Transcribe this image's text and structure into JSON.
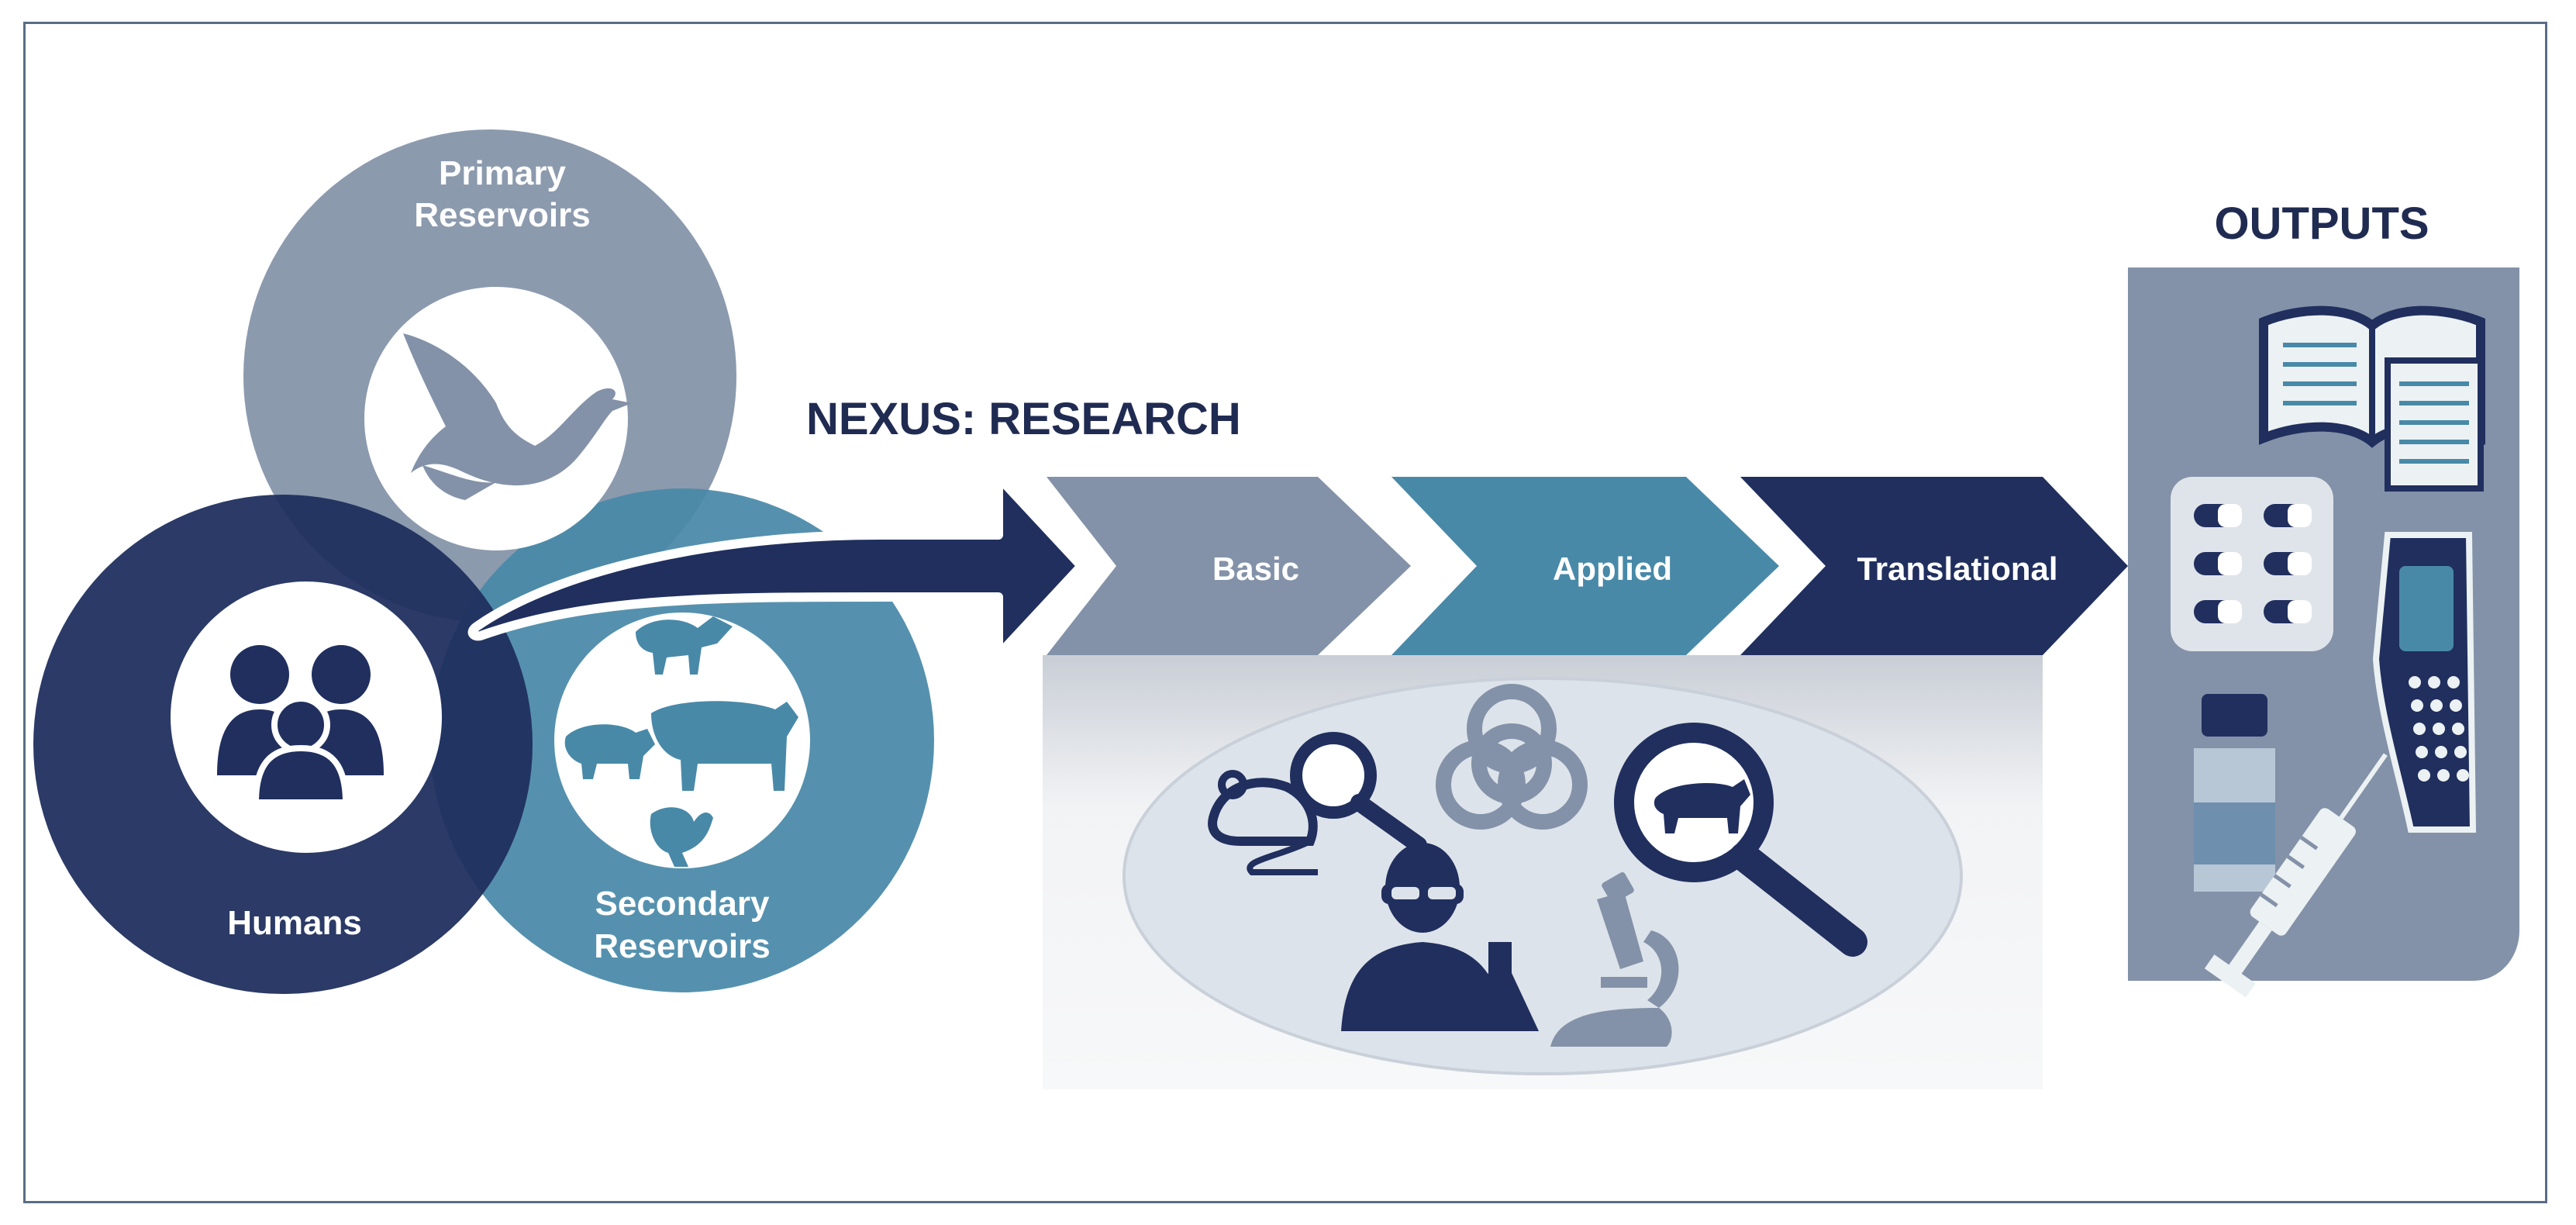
{
  "venn": {
    "primary": {
      "label_line1": "Primary",
      "label_line2": "Reservoirs",
      "icon": "duck-icon"
    },
    "humans": {
      "label": "Humans",
      "icon": "people-icon"
    },
    "secondary": {
      "label_line1": "Secondary",
      "label_line2": "Reservoirs",
      "icon": "livestock-icon"
    }
  },
  "nexus": {
    "title": "NEXUS: RESEARCH",
    "stages": [
      "Basic",
      "Applied",
      "Translational"
    ],
    "research_icons": [
      "lab-mouse-magnifier-icon",
      "biohazard-icon",
      "cow-magnifier-icon",
      "scientist-icon",
      "microscope-icon"
    ]
  },
  "outputs": {
    "title": "OUTPUTS",
    "icons": [
      "book-icon",
      "document-icon",
      "pills-icon",
      "handheld-device-icon",
      "vial-icon",
      "syringe-icon"
    ]
  },
  "colors": {
    "primary_reservoir": "#8392a8",
    "humans": "#202f5e",
    "secondary_reservoir": "#4889a8",
    "basic": "#8392a8",
    "applied": "#4889a8",
    "translational": "#202f5e",
    "title_text": "#202b52",
    "outputs_panel": "#8392a8"
  }
}
